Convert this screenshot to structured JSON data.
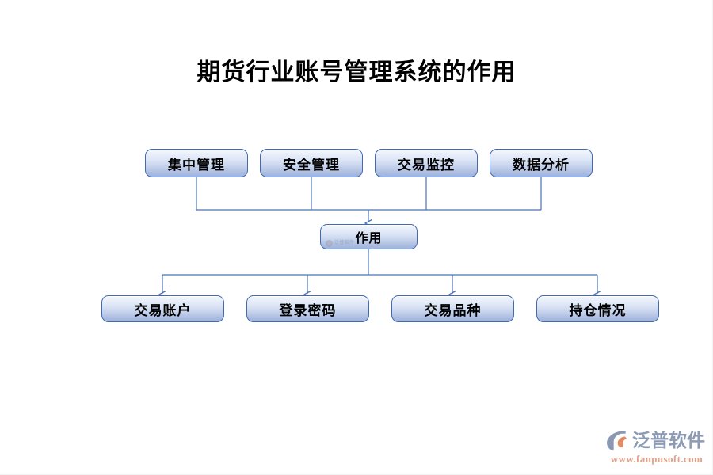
{
  "page": {
    "title": "期货行业账号管理系统的作用",
    "background_color": "#ffffff"
  },
  "diagram": {
    "type": "hierarchy-flowchart",
    "node_fill_top": "#f4f7fc",
    "node_fill_bottom": "#9fb2dc",
    "node_border_color": "#3f6ab4",
    "connector_color": "#4a72b8",
    "top_row": [
      {
        "label": "集中管理"
      },
      {
        "label": "安全管理"
      },
      {
        "label": "交易监控"
      },
      {
        "label": "数据分析"
      }
    ],
    "center": {
      "label": "作用",
      "watermark_text": "泛普软件"
    },
    "bottom_row": [
      {
        "label": "交易账户"
      },
      {
        "label": "登录密码"
      },
      {
        "label": "交易品种"
      },
      {
        "label": "持仓情况"
      }
    ]
  },
  "brand": {
    "name": "泛普软件",
    "url": "www.fanpusoft.com",
    "name_color": "#8c9ab4",
    "url_color": "#e0a28c",
    "mark_color": "#8a98b4",
    "mark_accent_color": "#e08b63"
  }
}
